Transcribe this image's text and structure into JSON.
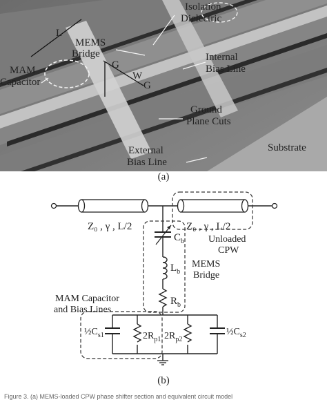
{
  "figure_a": {
    "caption": "(a)",
    "labels": {
      "isolation_dielectric_1": "Isolation",
      "isolation_dielectric_2": "Dielectric",
      "length": "L",
      "mems_bridge_1": "MEMS",
      "mems_bridge_2": "Bridge",
      "internal_bias_1": "Internal",
      "internal_bias_2": "Bias Line",
      "mam_capacitor_1": "MAM",
      "mam_capacitor_2": "Capacitor",
      "gap_1": "G",
      "width": "W",
      "gap_2": "G",
      "ground_plane_1": "Ground",
      "ground_plane_2": "Plane Cuts",
      "substrate": "Substrate",
      "external_bias_1": "External",
      "external_bias_2": "Bias Line"
    }
  },
  "figure_b": {
    "caption": "(b)",
    "labels": {
      "tline_left": "Z₀ , γ , L/2",
      "tline_right": "Z₀ , γ , L/2",
      "unloaded_1": "Unloaded",
      "unloaded_2": "CPW",
      "cb": "C",
      "cb_sub": "b",
      "lb": "L",
      "lb_sub": "b",
      "rb": "R",
      "rb_sub": "b",
      "mems_1": "MEMS",
      "mems_2": "Bridge",
      "mam_1": "MAM Capacitor",
      "mam_2": "and Bias Lines",
      "cs1": "½C",
      "cs1_sub": "s1",
      "rp1": "2R",
      "rp1_sub": "p1",
      "rp2": "2R",
      "rp2_sub": "p2",
      "cs2": "½C",
      "cs2_sub": "s2"
    }
  },
  "footer": {
    "text": "Figure 3.  (a) MEMS-loaded CPW phase shifter section and equivalent circuit model"
  }
}
